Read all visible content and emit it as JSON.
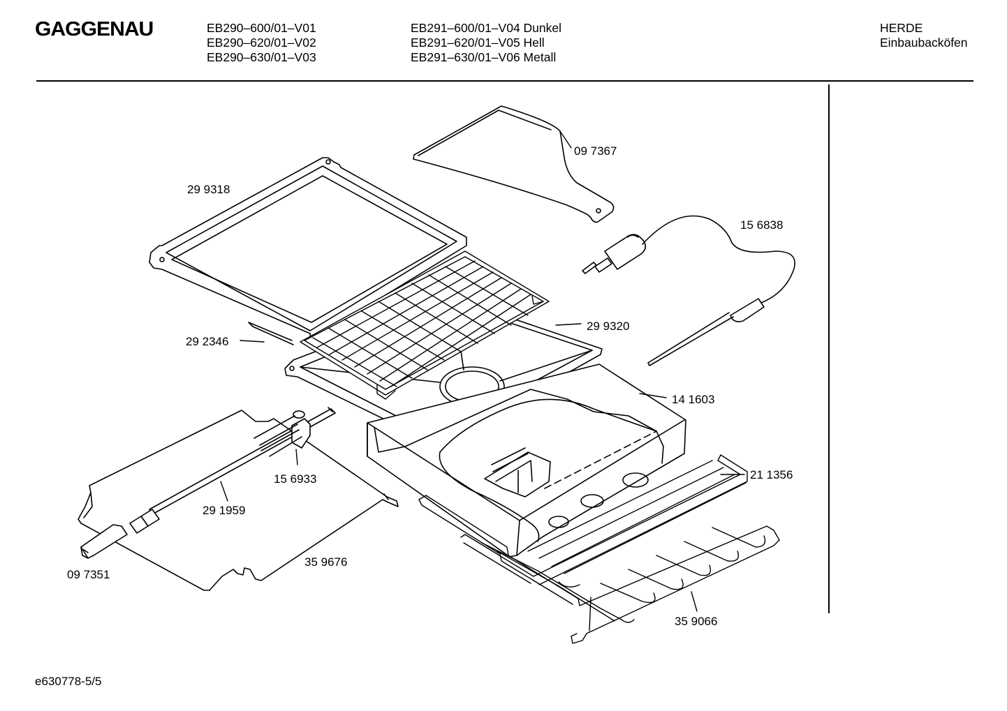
{
  "header": {
    "brand": "GAGGENAU",
    "models_col1": [
      "EB290–600/01–V01",
      "EB290–620/01–V02",
      "EB290–630/01–V03"
    ],
    "models_col2": [
      "EB291–600/01–V04 Dunkel",
      "EB291–620/01–V05 Hell",
      "EB291–630/01–V06 Metall"
    ],
    "category": [
      "HERDE",
      "Einbaubacköfen"
    ]
  },
  "parts": {
    "p097367": "09 7367",
    "p299318": "29 9318",
    "p156838": "15 6838",
    "p299320": "29 9320",
    "p292346": "29 2346",
    "p141603": "14 1603",
    "p211356": "21 1356",
    "p156933": "15 6933",
    "p291959": "29 1959",
    "p359676": "35 9676",
    "p097351": "09 7351",
    "p359066": "35 9066"
  },
  "footer": {
    "doc_id": "e630778-5/5"
  }
}
